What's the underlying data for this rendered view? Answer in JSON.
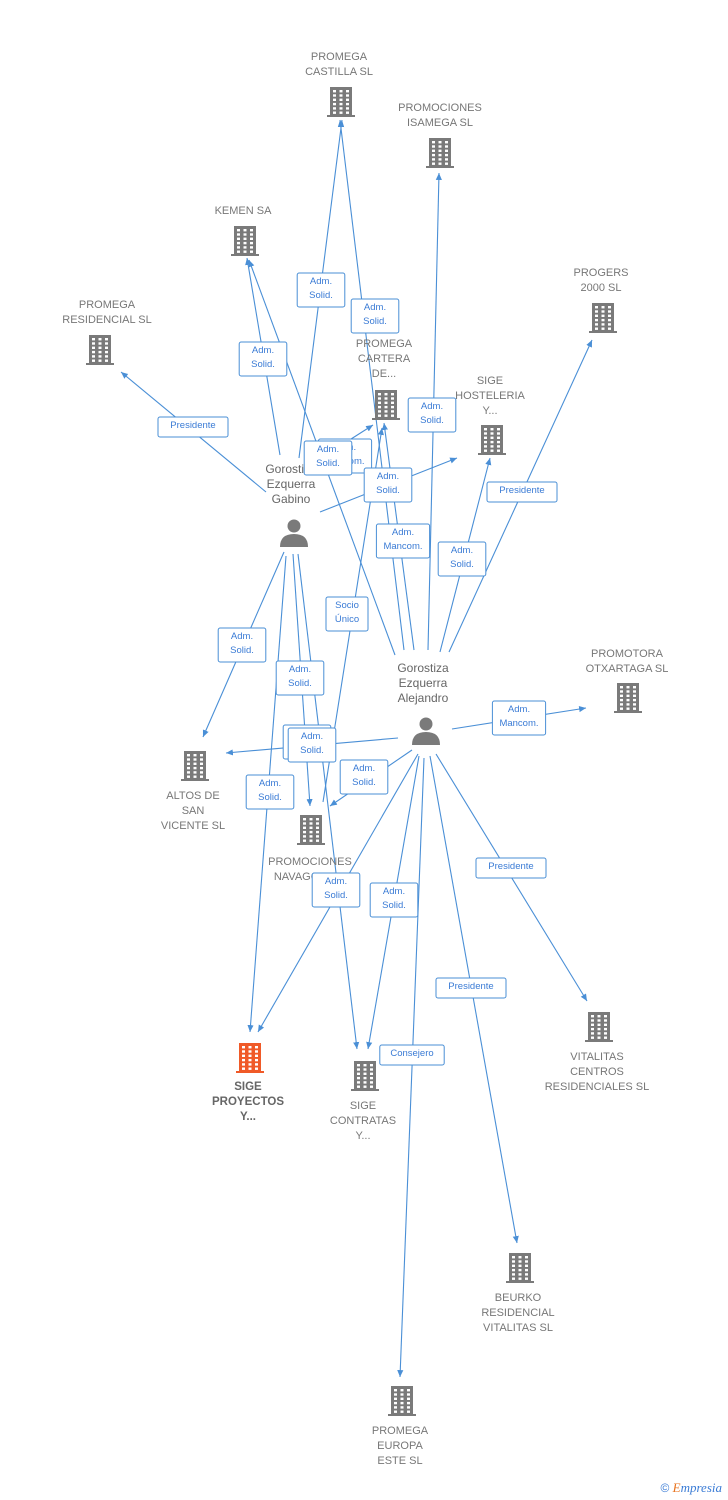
{
  "colors": {
    "edge": "#4a8fd6",
    "building": "#7a7a7a",
    "building_highlight": "#f05a28",
    "person": "#7a7a7a"
  },
  "nodes": [
    {
      "id": "castilla",
      "type": "company",
      "lines": [
        "PROMEGA",
        "CASTILLA SL"
      ]
    },
    {
      "id": "isamega",
      "type": "company",
      "lines": [
        "PROMOCIONES",
        "ISAMEGA SL"
      ]
    },
    {
      "id": "kemen",
      "type": "company",
      "lines": [
        "KEMEN SA"
      ]
    },
    {
      "id": "progers",
      "type": "company",
      "lines": [
        "PROGERS",
        "2000 SL"
      ]
    },
    {
      "id": "residencial",
      "type": "company",
      "lines": [
        "PROMEGA",
        "RESIDENCIAL SL"
      ]
    },
    {
      "id": "cartera",
      "type": "company",
      "lines": [
        "PROMEGA",
        "CARTERA",
        "DE..."
      ]
    },
    {
      "id": "hosteleria",
      "type": "company",
      "lines": [
        "SIGE",
        "HOSTELERIA",
        "Y..."
      ]
    },
    {
      "id": "gabino",
      "type": "person",
      "lines": [
        "Gorostiza",
        "Ezquerra",
        "Gabino"
      ]
    },
    {
      "id": "alejandro",
      "type": "person",
      "lines": [
        "Gorostiza",
        "Ezquerra",
        "Alejandro"
      ]
    },
    {
      "id": "otxartaga",
      "type": "company",
      "lines": [
        "PROMOTORA",
        "OTXARTAGA SL"
      ]
    },
    {
      "id": "altos",
      "type": "company",
      "lines": [
        "ALTOS DE",
        "SAN",
        "VICENTE SL"
      ]
    },
    {
      "id": "navagos",
      "type": "company",
      "lines": [
        "PROMOCIONES",
        "NAVAGOS S..."
      ]
    },
    {
      "id": "proyectos",
      "type": "company",
      "highlight": true,
      "lines": [
        "SIGE",
        "PROYECTOS",
        "Y..."
      ]
    },
    {
      "id": "contratas",
      "type": "company",
      "lines": [
        "SIGE",
        "CONTRATAS",
        "Y..."
      ]
    },
    {
      "id": "vitalitas",
      "type": "company",
      "lines": [
        "VITALITAS",
        "CENTROS",
        "RESIDENCIALES SL"
      ]
    },
    {
      "id": "beurko",
      "type": "company",
      "lines": [
        "BEURKO",
        "RESIDENCIAL",
        "VITALITAS SL"
      ]
    },
    {
      "id": "europa",
      "type": "company",
      "lines": [
        "PROMEGA",
        "EUROPA",
        "ESTE SL"
      ]
    }
  ],
  "edges": [
    {
      "from": "gabino",
      "to": "castilla",
      "label": [
        "Adm.",
        "Solid."
      ]
    },
    {
      "from": "gabino",
      "to": "kemen",
      "label": [
        "Adm.",
        "Solid."
      ]
    },
    {
      "from": "gabino",
      "to": "residencial",
      "label": [
        "Presidente"
      ]
    },
    {
      "from": "gabino",
      "to": "cartera",
      "label": [
        "Adm.",
        "Mancom."
      ]
    },
    {
      "from": "gabino",
      "to": "hosteleria",
      "label": [
        "Adm.",
        "Solid."
      ]
    },
    {
      "from": "gabino",
      "to": "altos",
      "label": [
        "Adm.",
        "Solid."
      ]
    },
    {
      "from": "gabino",
      "to": "navagos",
      "label": [
        "Adm.",
        "Solid."
      ]
    },
    {
      "from": "gabino",
      "to": "proyectos",
      "label": [
        "Adm.",
        "Solid."
      ]
    },
    {
      "from": "gabino",
      "to": "contratas",
      "label": [
        "Adm.",
        "Solid."
      ]
    },
    {
      "from": "alejandro",
      "to": "castilla",
      "label": [
        "Adm.",
        "Solid."
      ]
    },
    {
      "from": "alejandro",
      "to": "isamega",
      "label": [
        "Adm.",
        "Solid."
      ]
    },
    {
      "from": "alejandro",
      "to": "kemen",
      "label": [
        "Adm.",
        "Solid."
      ]
    },
    {
      "from": "alejandro",
      "to": "progers",
      "label": [
        "Presidente"
      ]
    },
    {
      "from": "alejandro",
      "to": "cartera",
      "label": [
        "Adm.",
        "Mancom."
      ]
    },
    {
      "from": "alejandro",
      "to": "hosteleria",
      "label": [
        "Adm.",
        "Solid."
      ]
    },
    {
      "from": "alejandro",
      "to": "otxartaga",
      "label": [
        "Adm.",
        "Mancom."
      ]
    },
    {
      "from": "alejandro",
      "to": "altos",
      "label": [
        "Adm.",
        "Solid."
      ]
    },
    {
      "from": "alejandro",
      "to": "navagos",
      "label": [
        "Adm.",
        "Solid."
      ]
    },
    {
      "from": "alejandro",
      "to": "proyectos",
      "label": [
        "Adm.",
        "Solid."
      ]
    },
    {
      "from": "alejandro",
      "to": "contratas",
      "label": [
        "Adm.",
        "Solid."
      ]
    },
    {
      "from": "alejandro",
      "to": "vitalitas",
      "label": [
        "Presidente"
      ]
    },
    {
      "from": "alejandro",
      "to": "beurko",
      "label": [
        "Presidente"
      ]
    },
    {
      "from": "alejandro",
      "to": "europa",
      "label": [
        "Consejero"
      ]
    },
    {
      "from": "navagos",
      "to": "cartera",
      "label": [
        "Socio",
        "Único"
      ]
    }
  ],
  "footer": {
    "copyright": "©",
    "brand_first": "E",
    "brand_rest": "mpresia"
  }
}
